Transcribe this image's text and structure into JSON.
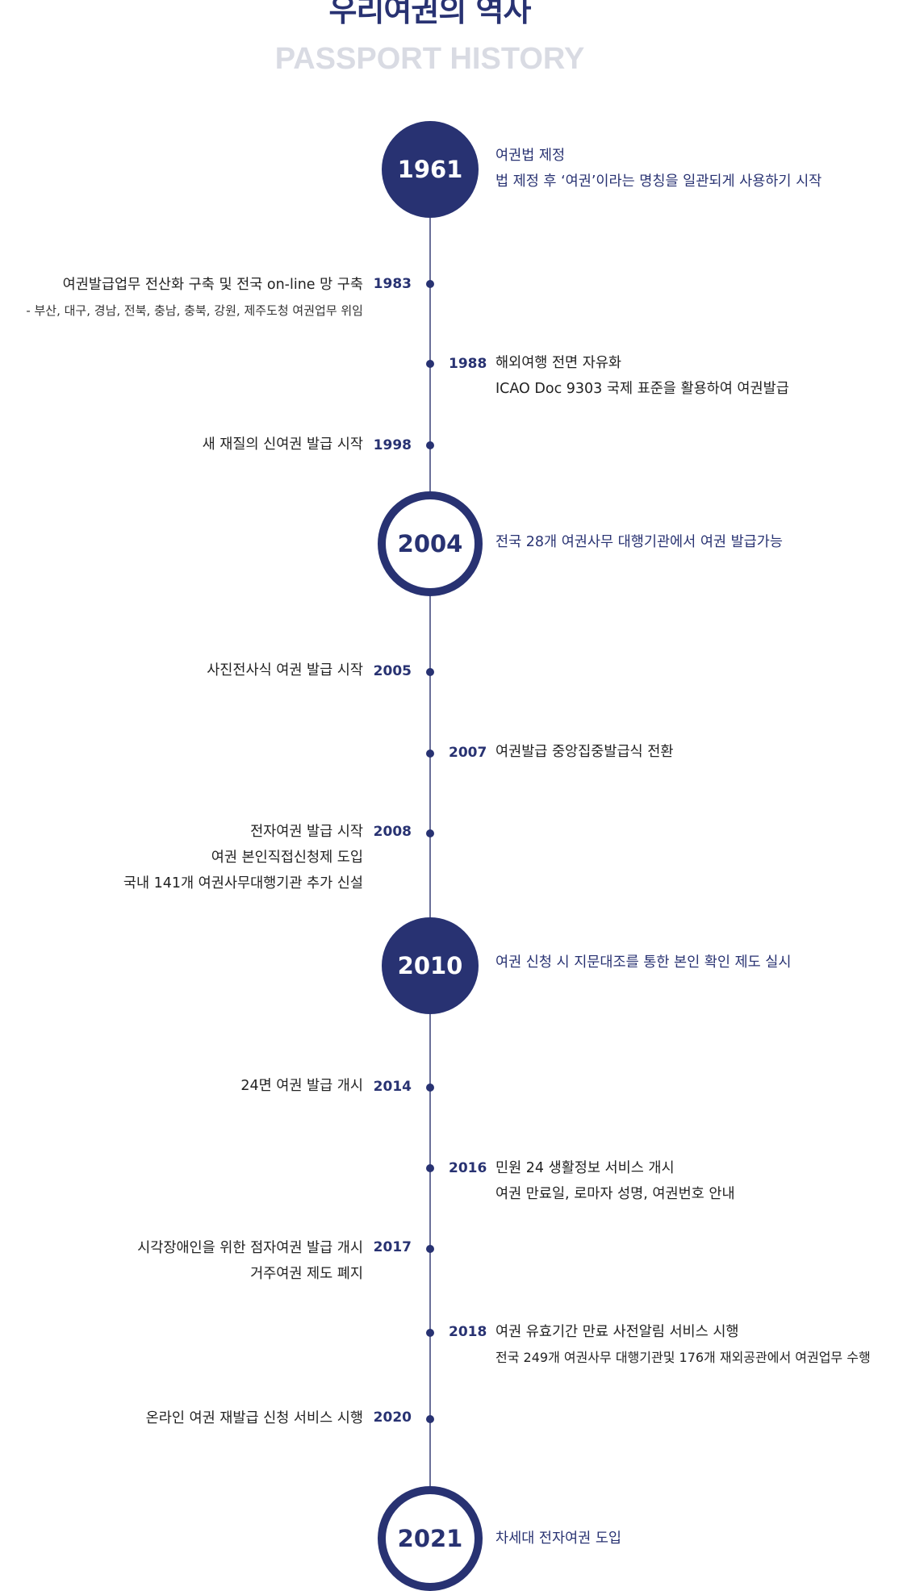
{
  "page": {
    "title": "우리여권의 역사",
    "subtitle": "PASSPORT HISTORY"
  },
  "colors": {
    "primary": "#283272",
    "subtitle": "#d9dbe3",
    "line": "#6a6f99"
  },
  "events": {
    "e1961": {
      "year": "1961",
      "lines": [
        "여권법 제정",
        "법 제정 후 ‘여권’이라는 명칭을 일관되게 사용하기 시작"
      ]
    },
    "e1983": {
      "year": "1983",
      "lines": [
        "여권발급업무 전산화 구축 및 전국 on-line 망 구축",
        "- 부산, 대구, 경남, 전북, 충남, 충북, 강원, 제주도청 여권업무 위임"
      ]
    },
    "e1988": {
      "year": "1988",
      "lines": [
        "해외여행 전면 자유화",
        "ICAO Doc 9303 국제 표준을 활용하여 여권발급"
      ]
    },
    "e1998": {
      "year": "1998",
      "lines": [
        "새 재질의 신여권 발급 시작"
      ]
    },
    "e2004": {
      "year": "2004",
      "lines": [
        "전국 28개 여권사무 대행기관에서 여권 발급가능"
      ]
    },
    "e2005": {
      "year": "2005",
      "lines": [
        "사진전사식 여권 발급 시작"
      ]
    },
    "e2007": {
      "year": "2007",
      "lines": [
        "여권발급 중앙집중발급식 전환"
      ]
    },
    "e2008": {
      "year": "2008",
      "lines": [
        "전자여권 발급 시작",
        "여권 본인직접신청제 도입",
        "국내 141개 여권사무대행기관 추가 신설"
      ]
    },
    "e2010": {
      "year": "2010",
      "lines": [
        "여권 신청 시 지문대조를 통한 본인 확인 제도 실시"
      ]
    },
    "e2014": {
      "year": "2014",
      "lines": [
        "24면 여권 발급 개시"
      ]
    },
    "e2016": {
      "year": "2016",
      "lines": [
        "민원 24 생활정보 서비스 개시",
        "여권 만료일, 로마자 성명, 여권번호 안내"
      ]
    },
    "e2017": {
      "year": "2017",
      "lines": [
        "시각장애인을 위한 점자여권 발급 개시",
        "거주여권 제도 폐지"
      ]
    },
    "e2018": {
      "year": "2018",
      "lines": [
        "여권 유효기간 만료 사전알림 서비스 시행",
        "전국 249개 여권사무 대행기관및 176개 재외공관에서 여권업무 수행"
      ]
    },
    "e2020": {
      "year": "2020",
      "lines": [
        "온라인 여권 재발급 신청 서비스 시행"
      ]
    },
    "e2021": {
      "year": "2021",
      "lines": [
        "차세대 전자여권 도입"
      ]
    }
  }
}
